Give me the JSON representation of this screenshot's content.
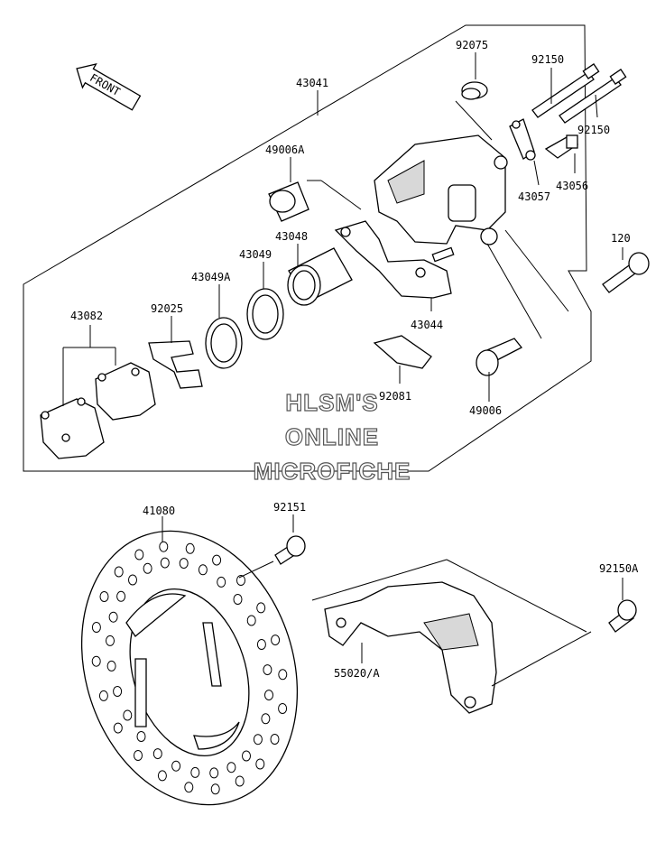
{
  "front_marker": "FRONT",
  "watermark": [
    "HLSM'S",
    "ONLINE",
    "MICROFICHE"
  ],
  "callouts": {
    "p43041": "43041",
    "p92075": "92075",
    "p92150_a": "92150",
    "p92150_b": "92150",
    "p49006A": "49006A",
    "p43057": "43057",
    "p43056": "43056",
    "p43048": "43048",
    "p43049": "43049",
    "p43049A": "43049A",
    "p120": "120",
    "p43082": "43082",
    "p92025": "92025",
    "p43044": "43044",
    "p92081": "92081",
    "p49006": "49006",
    "p41080": "41080",
    "p92151": "92151",
    "p92150A": "92150A",
    "p55020A": "55020/A"
  }
}
